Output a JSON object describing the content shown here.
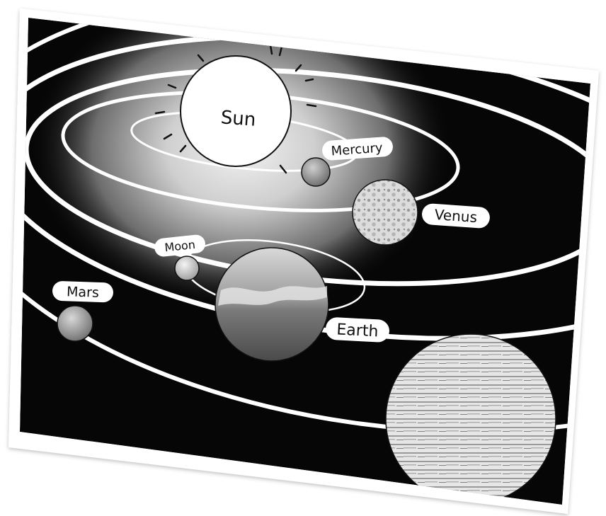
{
  "labels": {
    "sun": "Sun",
    "mercury": "Mercury",
    "venus": "Venus",
    "moon": "Moon",
    "mars": "Mars",
    "earth": "Earth"
  },
  "colors": {
    "space": "#060606",
    "orbit": "#ffffff",
    "card": "#ffffff",
    "glow": "#d9d9d9"
  }
}
